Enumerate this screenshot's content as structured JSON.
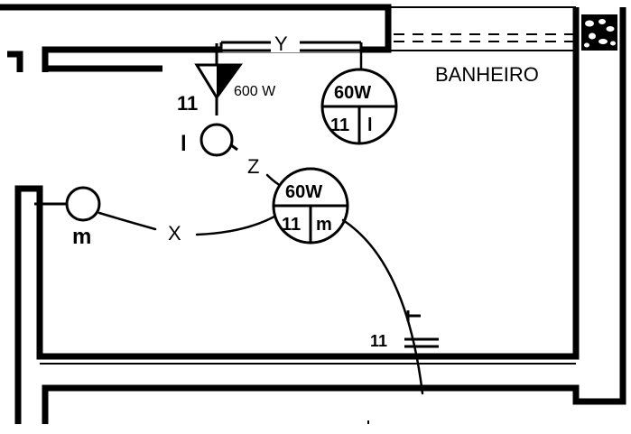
{
  "room": {
    "name": "BANHEIRO"
  },
  "circuit_labels": {
    "y": "Y",
    "z": "Z",
    "x": "X"
  },
  "shower": {
    "power": "600 W",
    "circuit": "11"
  },
  "lamp_bathroom": {
    "power": "60W",
    "circuit": "11",
    "command": "l"
  },
  "lamp_room": {
    "power": "60W",
    "circuit": "11",
    "command": "m"
  },
  "switch_upper": {
    "command": "l"
  },
  "switch_left": {
    "command": "m"
  },
  "outlet": {
    "circuit": "11"
  },
  "colors": {
    "ink": "#000000",
    "background": "#ffffff"
  }
}
